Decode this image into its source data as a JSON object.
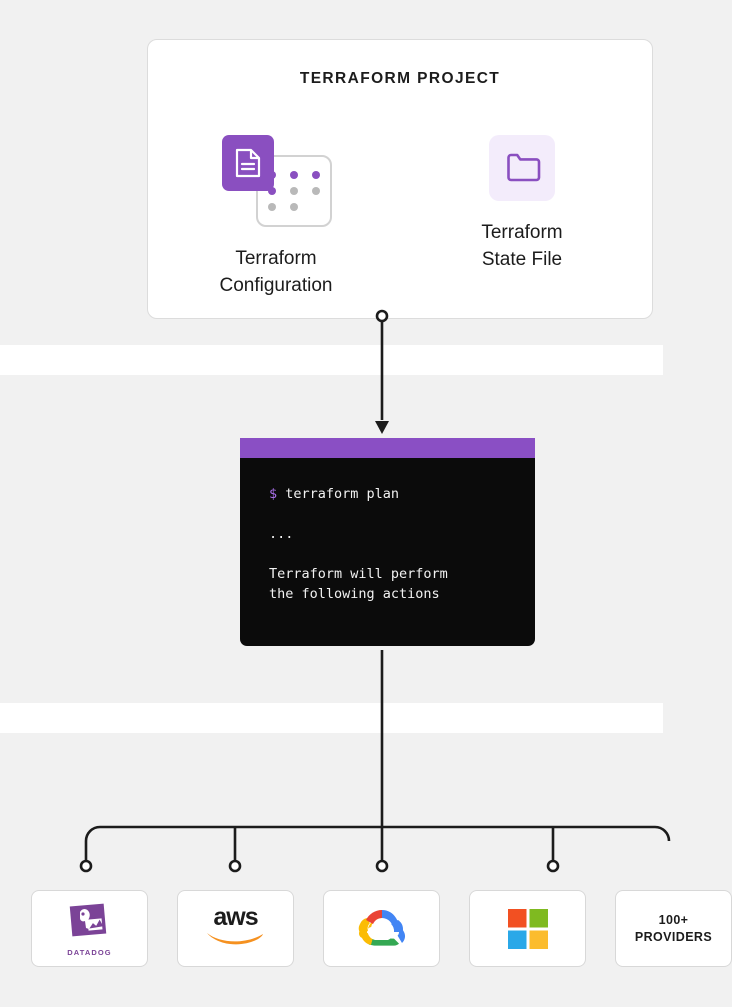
{
  "theme": {
    "background": "#f1f1f1",
    "band_color": "#ffffff",
    "brand_purple": "#8a4fc0",
    "terminal_purple": "#8a4fc4",
    "terminal_background": "#0b0b0b",
    "card_border": "#dcdcdc",
    "text_color": "#1c1c1c"
  },
  "project": {
    "title": "TERRAFORM PROJECT",
    "assets": [
      {
        "id": "terraform-configuration",
        "label_line1": "Terraform",
        "label_line2": "Configuration",
        "icon": "document-grid-icon"
      },
      {
        "id": "terraform-state-file",
        "label_line1": "Terraform",
        "label_line2": "State File",
        "icon": "folder-icon"
      }
    ]
  },
  "terminal": {
    "prompt_sigil": "$",
    "command": " terraform plan",
    "ellipsis": "...",
    "output_line1": "Terraform will perform",
    "output_line2": "the following actions"
  },
  "providers": {
    "items": [
      {
        "id": "datadog",
        "name": "DATADOG",
        "icon": "datadog-logo"
      },
      {
        "id": "aws",
        "name": "aws",
        "icon": "aws-logo"
      },
      {
        "id": "google-cloud",
        "name": "Google Cloud",
        "icon": "google-cloud-logo"
      },
      {
        "id": "microsoft-azure",
        "name": "Microsoft",
        "icon": "microsoft-logo"
      },
      {
        "id": "more-providers",
        "name": "100+ PROVIDERS",
        "icon": "text-label",
        "label_line1": "100+",
        "label_line2": "PROVIDERS"
      }
    ]
  }
}
